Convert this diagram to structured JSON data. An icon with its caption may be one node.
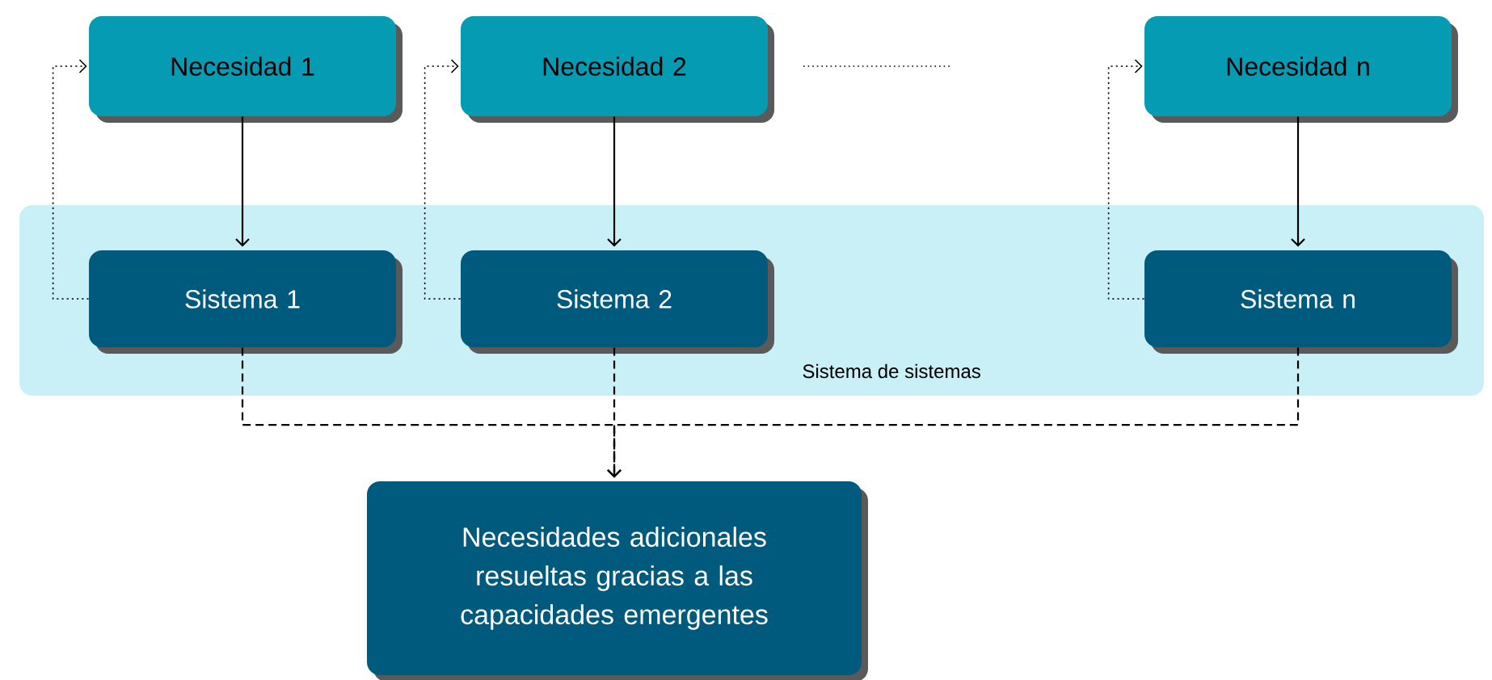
{
  "diagram": {
    "nodes": [
      {
        "text": [
          "Necesidad 1"
        ]
      },
      {
        "text": [
          "Necesidad 2"
        ]
      },
      {
        "text": [
          "Necesidad n"
        ]
      },
      {
        "text": [
          "Sistema de sistemas"
        ]
      },
      {
        "text": [
          "Sistema 1"
        ],
        "in": 3
      },
      {
        "text": [
          "Sistema 2"
        ],
        "in": 3
      },
      {
        "text": [
          "Sistema n"
        ],
        "in": 3
      },
      {
        "text": [
          "Necesidades adicionales resueltas gracias a las capacidades emergentes"
        ]
      }
    ],
    "edges": [
      {
        "from": 0,
        "to": 4,
        "arrow": "to"
      },
      {
        "from": 1,
        "to": 5,
        "arrow": "to"
      },
      {
        "from": 2,
        "to": 6,
        "arrow": "to"
      },
      {
        "from": 4,
        "to": 0,
        "arrow": "to",
        "style": "dashed"
      },
      {
        "from": 5,
        "to": 1,
        "arrow": "to",
        "style": "dashed"
      },
      {
        "from": 6,
        "to": 2,
        "arrow": "to",
        "style": "dashed"
      },
      {
        "from": 4,
        "to": 7,
        "arrow": "to",
        "style": "dashed"
      },
      {
        "from": 5,
        "to": 7,
        "arrow": "to",
        "style": "dashed"
      },
      {
        "from": 6,
        "to": 7,
        "arrow": "to",
        "style": "dashed"
      }
    ]
  }
}
